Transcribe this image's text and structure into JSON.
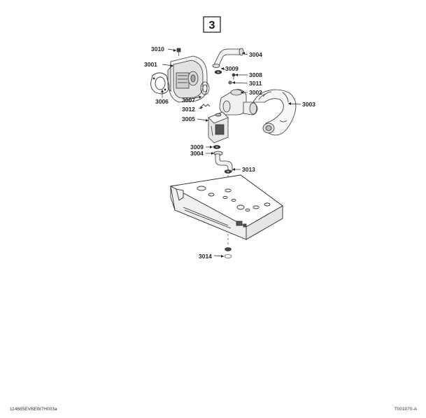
{
  "diagram": {
    "sheet_number": "3",
    "parts": {
      "p3001": "3001",
      "p3002": "3002",
      "p3003": "3003",
      "p3004a": "3004",
      "p3004b": "3004",
      "p3005": "3005",
      "p3006": "3006",
      "p3007": "3007",
      "p3008": "3008",
      "p3009a": "3009",
      "p3009b": "3009",
      "p3010": "3010",
      "p3011": "3011",
      "p3012": "3012",
      "p3013": "3013",
      "p3014": "3014"
    },
    "footer": {
      "left_code": "114685EVBEW7H003a",
      "right_code": "T001070-A"
    }
  }
}
